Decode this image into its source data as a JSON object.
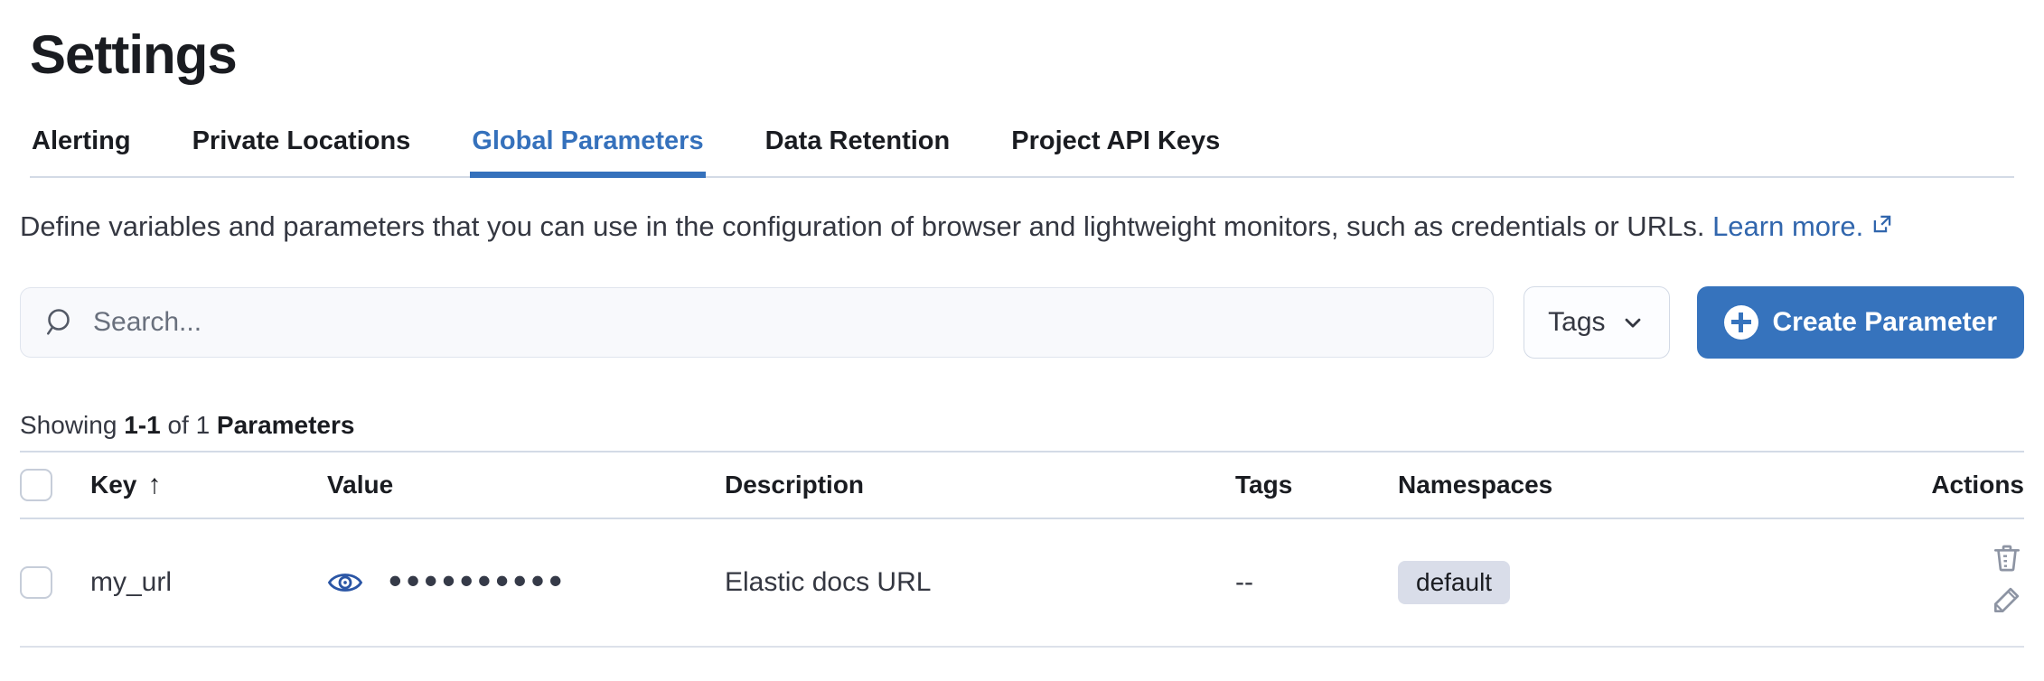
{
  "page": {
    "title": "Settings"
  },
  "tabs": [
    {
      "label": "Alerting"
    },
    {
      "label": "Private Locations"
    },
    {
      "label": "Global Parameters"
    },
    {
      "label": "Data Retention"
    },
    {
      "label": "Project API Keys"
    }
  ],
  "description": {
    "text": "Define variables and parameters that you can use in the configuration of browser and lightweight monitors, such as credentials or URLs.",
    "link_label": "Learn more."
  },
  "toolbar": {
    "search_placeholder": "Search...",
    "tags_label": "Tags",
    "create_label": "Create Parameter"
  },
  "summary": {
    "showing": "Showing",
    "range": "1-1",
    "of": "of 1",
    "entity": "Parameters"
  },
  "table": {
    "headers": [
      "Key",
      "Value",
      "Description",
      "Tags",
      "Namespaces",
      "Actions"
    ],
    "rows": [
      {
        "key": "my_url",
        "value_masked": "••••••••••",
        "description": "Elastic docs URL",
        "tags": "--",
        "namespace": "default"
      }
    ]
  },
  "icons": {
    "sort_ascending": "↑"
  },
  "colors": {
    "accent_blue": "#3673bd",
    "active_tab_blue": "#3571bc",
    "link_blue": "#3166ad",
    "border_gray": "#d3dae6",
    "badge_bg": "#d9dde9",
    "icon_gray": "#8d94a3",
    "text_dark": "#1a1c21",
    "text_body": "#343741",
    "search_bg": "#f8f9fc"
  }
}
